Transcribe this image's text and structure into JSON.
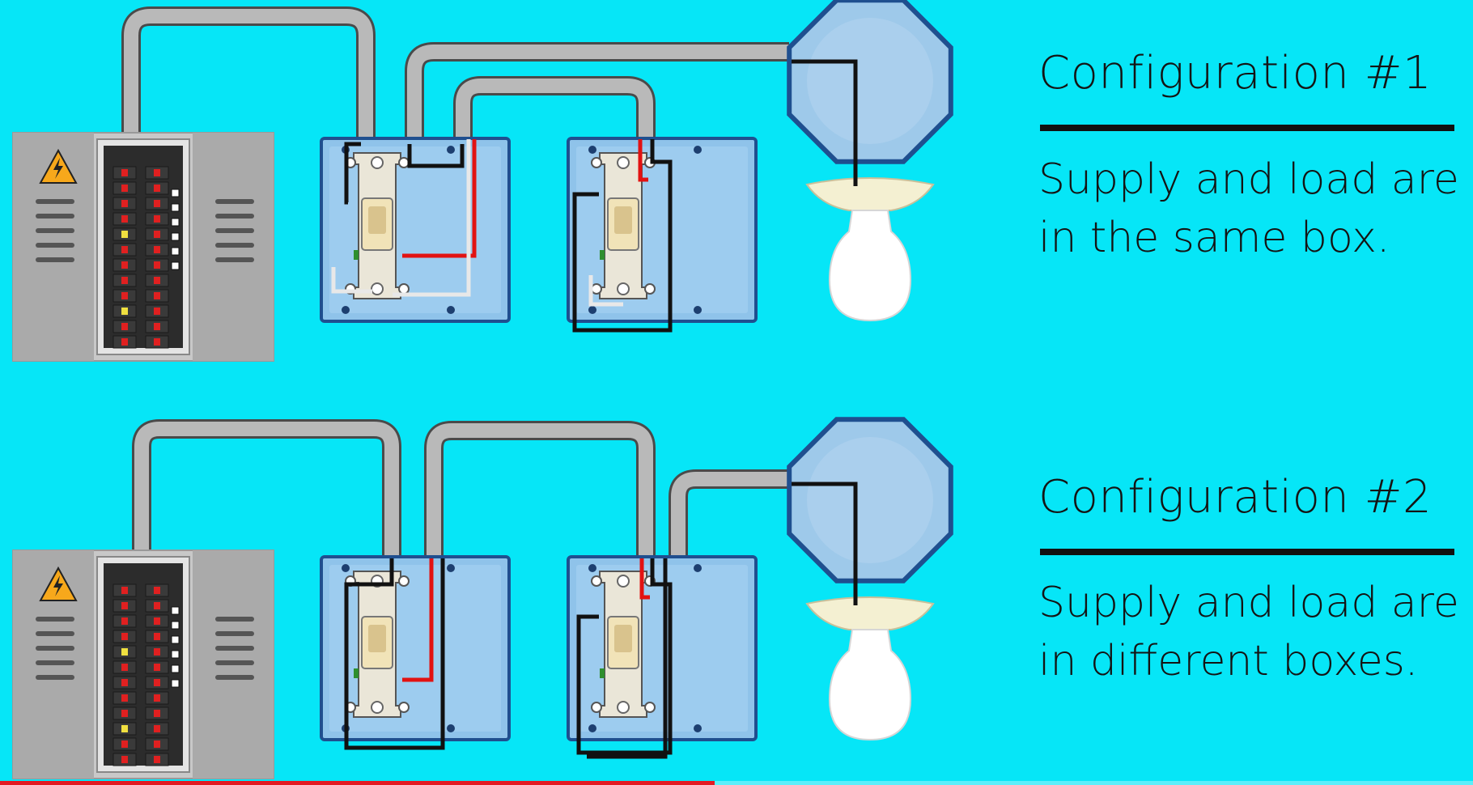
{
  "colors": {
    "background": "#06e6f7",
    "cable": "#b9b9b9",
    "cable_outline": "#4a4a4a",
    "box_fill": "#8fc3ea",
    "box_outline": "#1f4f8f",
    "wire_hot": "#e21212",
    "wire_black": "#111111",
    "wire_white": "#e8e8e8",
    "panel_body": "#c8c8c8",
    "breaker_tab": "#e02020",
    "breaker_tab_alt": "#f0e040",
    "bulb": "#ffffff",
    "fixture_base": "#f4f0d2",
    "warning": "#f7a81b"
  },
  "icons": [
    "high-voltage-warning-icon",
    "switch-icon",
    "light-bulb-icon"
  ],
  "configurations": [
    {
      "id": "config-1",
      "title": "Configuration #1",
      "description_lines": [
        "Supply and load are",
        "in the same box."
      ]
    },
    {
      "id": "config-2",
      "title": "Configuration #2",
      "description_lines": [
        "Supply and load are",
        "in different boxes."
      ]
    }
  ],
  "video": {
    "progress_fraction": 0.485
  }
}
